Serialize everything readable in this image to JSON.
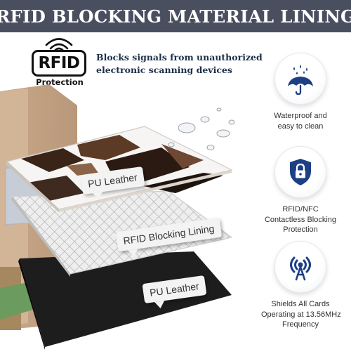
{
  "banner": {
    "title": "RFID BLOCKING MATERIAL LINING"
  },
  "rfid_badge": {
    "logo_text": "RFID",
    "caption": "Protection"
  },
  "headline": {
    "line1": "Blocks signals from unauthorized",
    "line2": "electronic scanning devices"
  },
  "features": [
    {
      "icon": "umbrella-rain-icon",
      "lines": [
        "Waterproof and",
        "easy to clean"
      ]
    },
    {
      "icon": "shield-lock-icon",
      "lines": [
        "RFID/NFC",
        "Contactless Blocking",
        "Protection"
      ]
    },
    {
      "icon": "signal-tower-icon",
      "lines": [
        "Shields All Cards",
        "Operating at 13.56MHz",
        "Frequency"
      ]
    }
  ],
  "layers": {
    "top": "PU Leather",
    "middle": "RFID Blocking Lining",
    "bottom": "PU Leather"
  },
  "colors": {
    "banner": "#4a4f60",
    "icon_blue": "#1c3f86",
    "headline": "#1d2f4a"
  }
}
